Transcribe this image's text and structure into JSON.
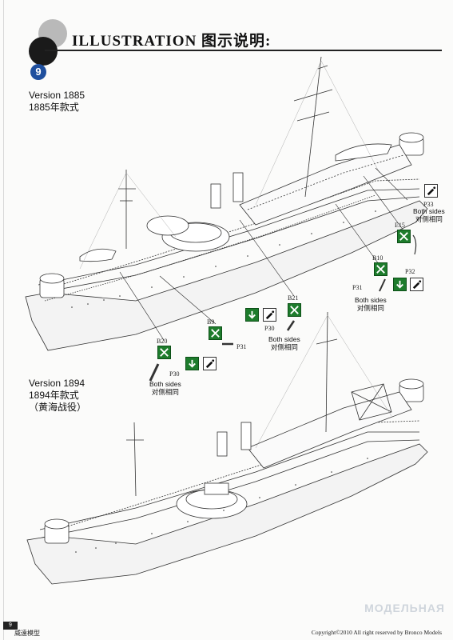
{
  "header": {
    "title": "ILLUSTRATION 图示说明:"
  },
  "step": {
    "number": "9"
  },
  "version_1885": {
    "line1": "Version 1885",
    "line2": "1885年款式"
  },
  "version_1894": {
    "line1": "Version 1894",
    "line2": "1894年款式",
    "line3": "（黄海战役）"
  },
  "parts": {
    "p33": "P33",
    "e15": "E15",
    "b10": "B10",
    "p32": "P32",
    "p31_right": "P31",
    "b21": "B21",
    "p30_mid": "P30",
    "b9": "B9",
    "p31_left": "P31",
    "b20": "B20",
    "p30_left": "P30"
  },
  "notes": {
    "both_sides_en": "Both sides",
    "both_sides_cn": "对侧相同"
  },
  "icons": {
    "glue": "glue-tube-icon",
    "assembly": "assembly-arrow-icon",
    "down": "down-arrow-icon"
  },
  "colors": {
    "step_badge": "#1f4f9e",
    "icon_green": "#1d7c2c"
  },
  "footer": {
    "page_number": "9",
    "brand_cn": "威遠模型",
    "copyright": "Copyright©2010 All right reserved by Bronco Models"
  },
  "watermark": "МОДЕЛЬНАЯ"
}
